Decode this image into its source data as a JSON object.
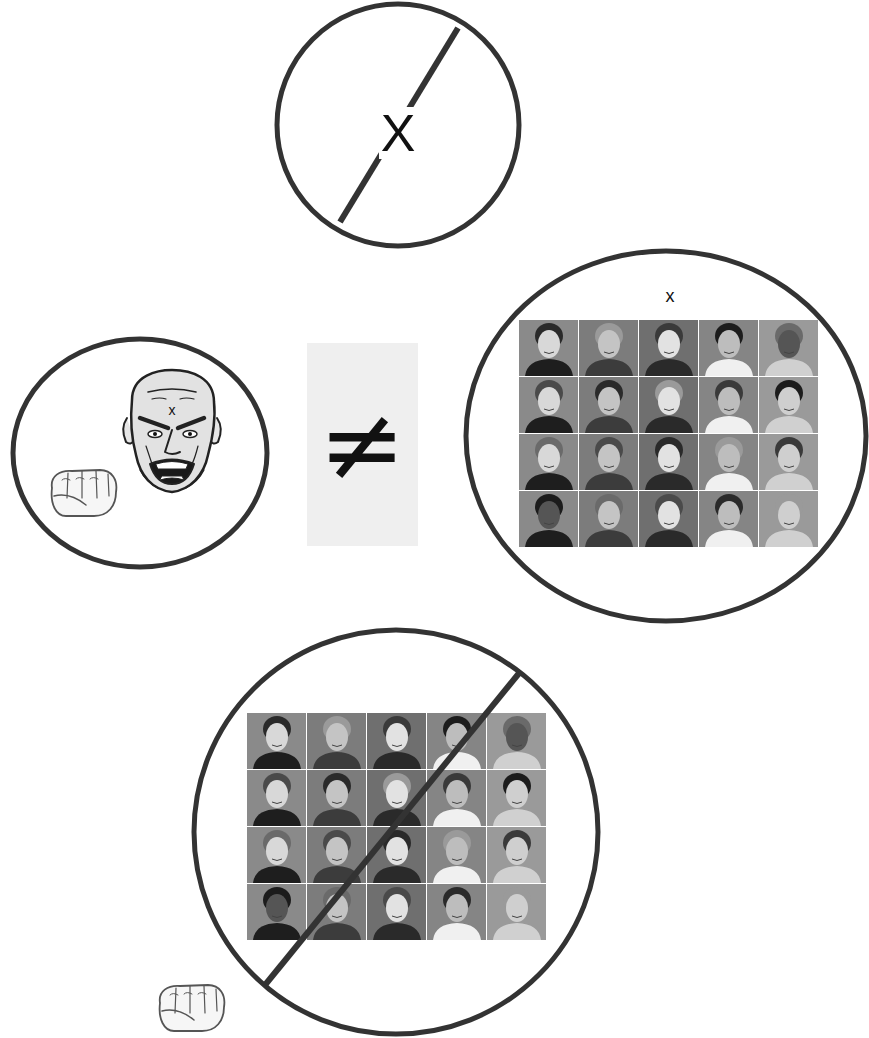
{
  "diagram": {
    "nodes": [
      {
        "text": [
          "X"
        ]
      },
      {
        "text": [
          "x"
        ]
      },
      {
        "text": [
          "≠"
        ]
      },
      {
        "text": [
          "x"
        ]
      }
    ]
  }
}
